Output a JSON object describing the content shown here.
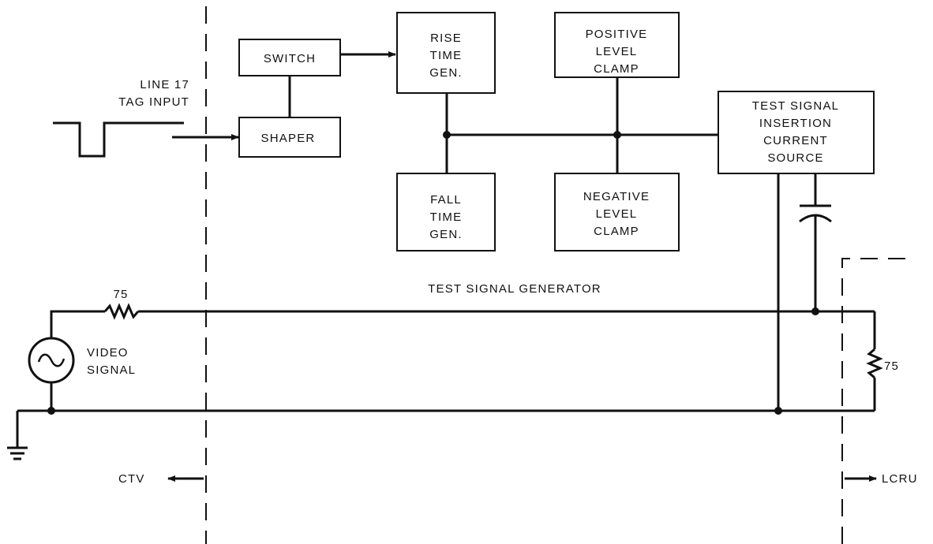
{
  "blocks": {
    "switch": [
      "SWITCH"
    ],
    "shaper": [
      "SHAPER"
    ],
    "rise": [
      "RISE",
      "TIME",
      "GEN."
    ],
    "fall": [
      "FALL",
      "TIME",
      "GEN."
    ],
    "pos_clamp": [
      "POSITIVE",
      "LEVEL",
      "CLAMP"
    ],
    "neg_clamp": [
      "NEGATIVE",
      "LEVEL",
      "CLAMP"
    ],
    "insertion": [
      "TEST SIGNAL",
      "INSERTION",
      "CURRENT",
      "SOURCE"
    ]
  },
  "labels": {
    "tag_input": [
      "LINE 17",
      "TAG INPUT"
    ],
    "generator": "TEST SIGNAL GENERATOR",
    "video": [
      "VIDEO",
      "SIGNAL"
    ],
    "r_source": "75",
    "r_load": "75",
    "ctv": "CTV",
    "lcru": "LCRU"
  }
}
